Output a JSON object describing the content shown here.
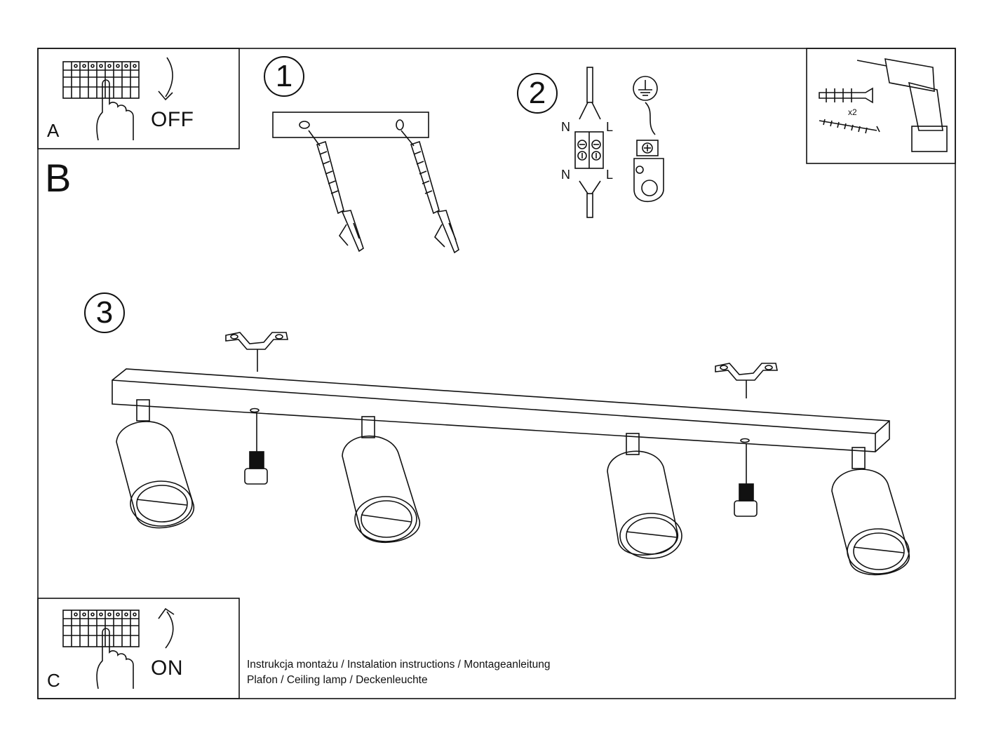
{
  "panels": {
    "a": {
      "letter": "A",
      "state": "OFF"
    },
    "b": {
      "letter": "B"
    },
    "c": {
      "letter": "C",
      "state": "ON"
    }
  },
  "steps": {
    "one": "1",
    "two": "2",
    "three": "3"
  },
  "wiring": {
    "n_top": "N",
    "l_top": "L",
    "n_bottom": "N",
    "l_bottom": "L"
  },
  "tools": {
    "quantity": "x2"
  },
  "footer": {
    "line1": "Instrukcja montażu / Instalation instructions / Montageanleitung",
    "line2": "Plafon / Ceiling lamp / Deckenleuchte"
  }
}
